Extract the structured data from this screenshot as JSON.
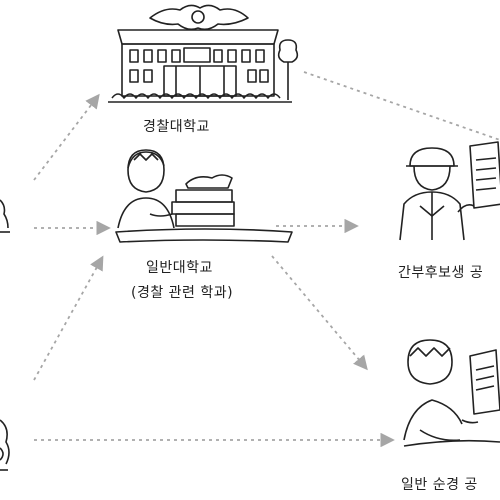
{
  "labels": {
    "police_university": "경찰대학교",
    "general_university": "일반대학교",
    "general_university_sub": "(경찰 관련 학과)",
    "cadet_recruitment": "간부후보생 공",
    "general_recruitment": "일반 순경 공"
  },
  "icons": {
    "police_university": "police-university-building-icon",
    "general_university": "student-studying-icon",
    "cadet": "police-officer-with-document-icon",
    "general_recruit": "student-writing-exam-icon",
    "start_top": "person-icon-cropped",
    "start_bottom": "person-icon-cropped"
  },
  "colors": {
    "line": "#222222",
    "arrow": "#a6a6a6"
  }
}
